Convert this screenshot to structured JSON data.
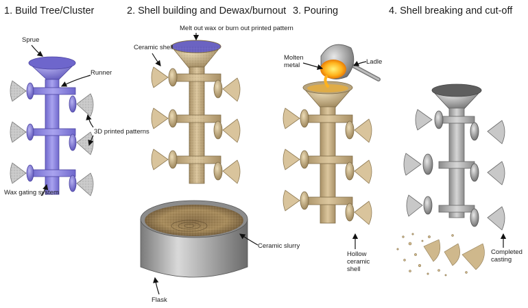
{
  "steps": [
    {
      "title": "1. Build Tree/Cluster"
    },
    {
      "title": "2. Shell building and Dewax/burnout"
    },
    {
      "title": "3. Pouring"
    },
    {
      "title": "4. Shell breaking and cut-off"
    }
  ],
  "labels": {
    "sprue": "Sprue",
    "runner": "Runner",
    "printed_patterns_1": "3D printed patterns",
    "wax_gating": "Wax gating system",
    "melt_out": "Melt out wax or burn out printed pattern",
    "ceramic_shell": "Ceramic shell",
    "ceramic_slurry": "Ceramic slurry",
    "flask": "Flask",
    "molten_1": "Molten",
    "molten_2": "metal",
    "ladle": "Ladle",
    "hollow_1": "Hollow",
    "hollow_2": "ceramic",
    "hollow_3": "shell",
    "completed_1": "Completed",
    "completed_2": "casting"
  },
  "colors": {
    "wax": "#8f88e0",
    "wax_dark": "#5b53b8",
    "ceramic": "#cfb88c",
    "ceramic_dark": "#9a8257",
    "metal": "#b9b9b9",
    "metal_dark": "#6d6d6d",
    "molten": "#ffb21c"
  }
}
